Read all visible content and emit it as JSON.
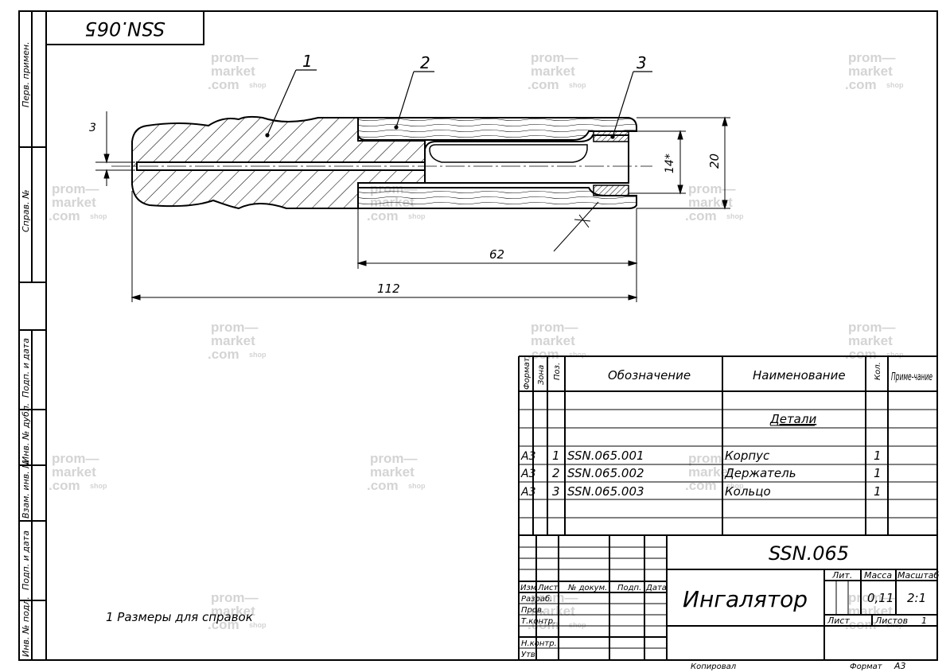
{
  "drawing": {
    "code_rotated": "SSN.065",
    "balloons": [
      "1",
      "2",
      "3"
    ],
    "dims": {
      "d3": "3",
      "d14": "14*",
      "d20": "20",
      "d62": "62",
      "d112": "112"
    },
    "note": "1 Размеры для справок"
  },
  "side_strip": {
    "top": [
      "Перв. примен.",
      "Справ. №"
    ],
    "bottom": [
      "Подп. и дата",
      "Инв. № дубл.",
      "Взам. инв. №",
      "Подп. и дата",
      "Инв. № подл."
    ]
  },
  "spec": {
    "headers": {
      "format": "Формат",
      "zone": "Зона",
      "pos": "Поз.",
      "designation": "Обозначение",
      "name": "Наименование",
      "qty": "Кол.",
      "note": "Приме-чание"
    },
    "section": "Детали",
    "rows": [
      {
        "format": "А3",
        "pos": "1",
        "designation": "SSN.065.001",
        "name": "Корпус",
        "qty": "1"
      },
      {
        "format": "А3",
        "pos": "2",
        "designation": "SSN.065.002",
        "name": "Держатель",
        "qty": "1"
      },
      {
        "format": "А3",
        "pos": "3",
        "designation": "SSN.065.003",
        "name": "Кольцо",
        "qty": "1"
      }
    ]
  },
  "title_block": {
    "code": "SSN.065",
    "title": "Ингалятор",
    "hdr": {
      "izm": "Изм",
      "list": "Лист",
      "doc": "№ докум.",
      "sign": "Подп.",
      "date": "Дата"
    },
    "roles": [
      "Разраб.",
      "Пров.",
      "Т.контр.",
      "",
      "Н.контр.",
      "Утв."
    ],
    "lit": "Лит.",
    "mass_label": "Масса",
    "scale_label": "Масштаб",
    "mass": "0,11",
    "scale": "2:1",
    "sheet_label": "Лист",
    "sheets_label": "Листов",
    "sheets": "1",
    "copied": "Копировал",
    "format_label": "Формат",
    "format": "А3"
  },
  "watermark": {
    "l1": "prom—",
    "l2": "market",
    "l3": ".com",
    "l4": "shop"
  }
}
